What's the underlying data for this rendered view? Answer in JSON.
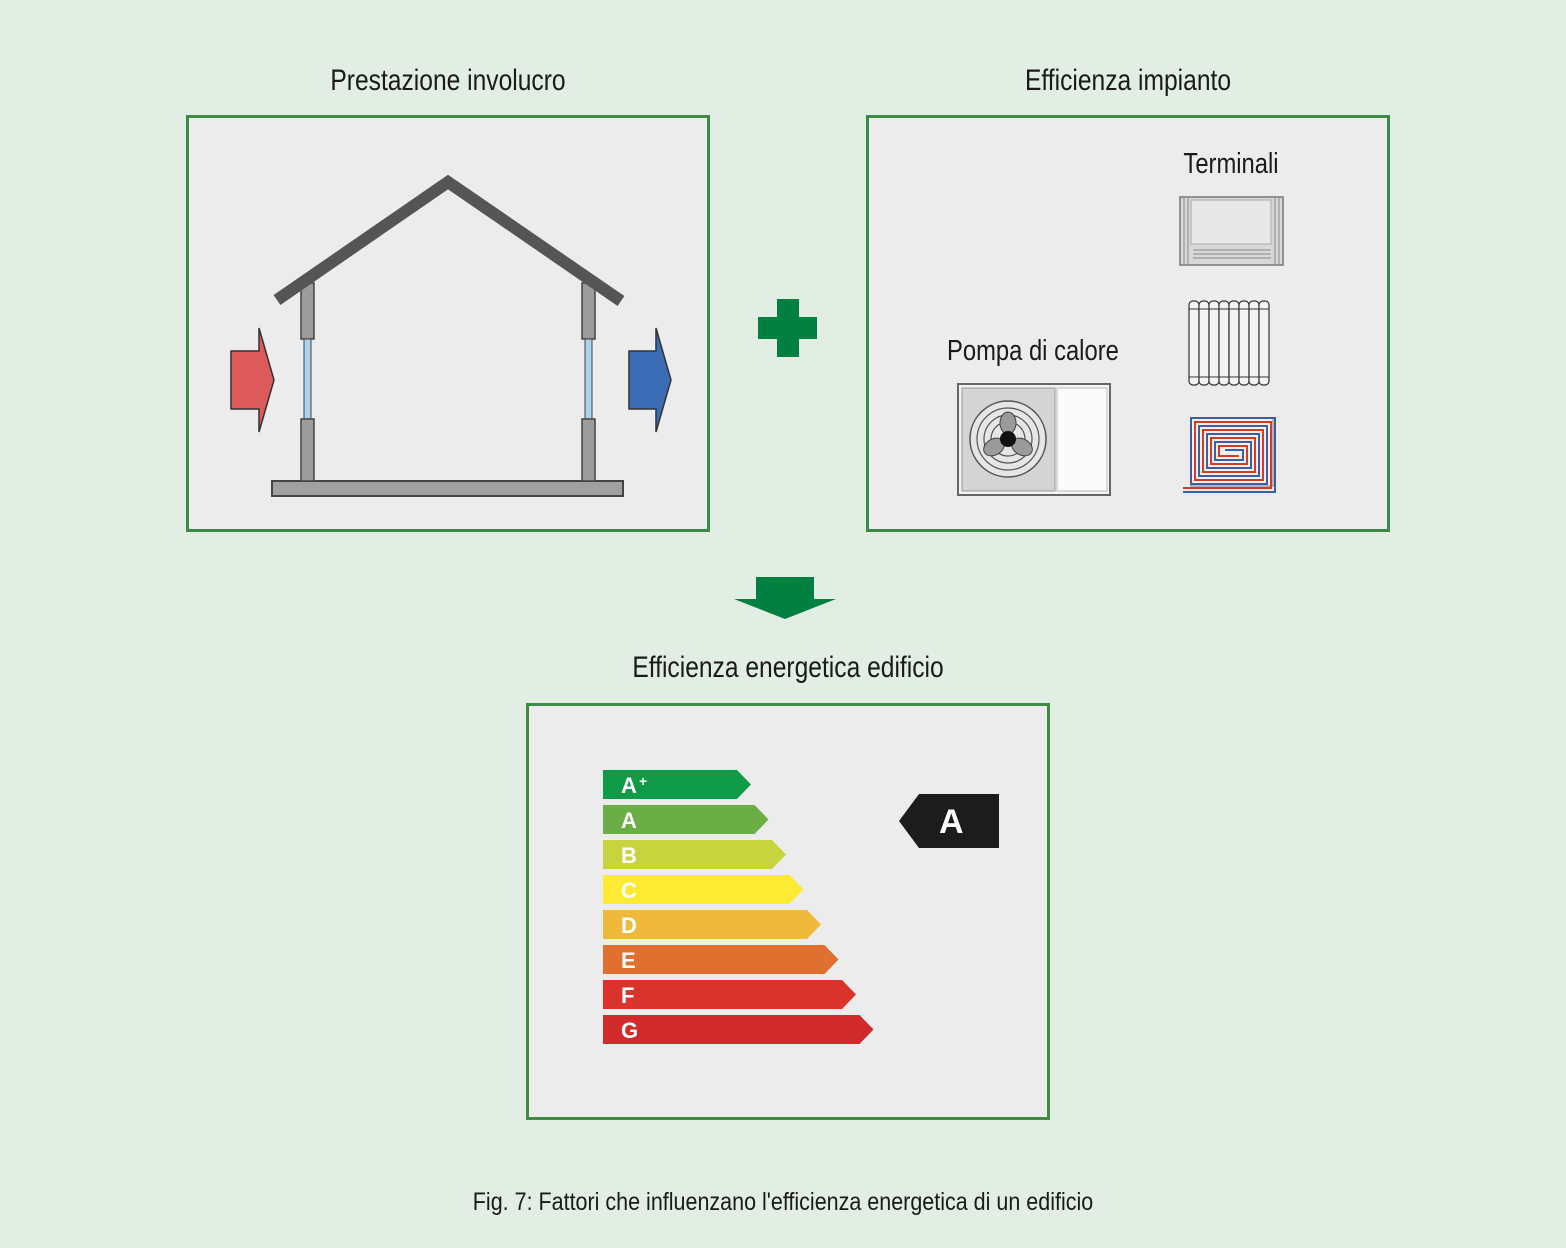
{
  "envelope": {
    "title": "Prestazione involucro"
  },
  "system": {
    "title": "Efficienza impianto",
    "terminals_label": "Terminali",
    "heat_pump_label": "Pompa di calore"
  },
  "result": {
    "title": "Efficienza energetica edificio",
    "classes": [
      {
        "letter": "A",
        "sup": "+",
        "color": "#0f9a48"
      },
      {
        "letter": "A",
        "sup": "",
        "color": "#6aae45"
      },
      {
        "letter": "B",
        "sup": "",
        "color": "#c8d43e"
      },
      {
        "letter": "C",
        "sup": "",
        "color": "#fcea33"
      },
      {
        "letter": "D",
        "sup": "",
        "color": "#efb93b"
      },
      {
        "letter": "E",
        "sup": "",
        "color": "#e0702f"
      },
      {
        "letter": "F",
        "sup": "",
        "color": "#d9332b"
      },
      {
        "letter": "G",
        "sup": "",
        "color": "#d12a2b"
      }
    ],
    "current_class": "A"
  },
  "caption": "Fig. 7: Fattori che influenzano l'efficienza energetica di un edificio",
  "colors": {
    "frame": "#3c8c44",
    "accent": "#008040",
    "heat_in": "#dc5a5a",
    "heat_out": "#3a6db5"
  }
}
